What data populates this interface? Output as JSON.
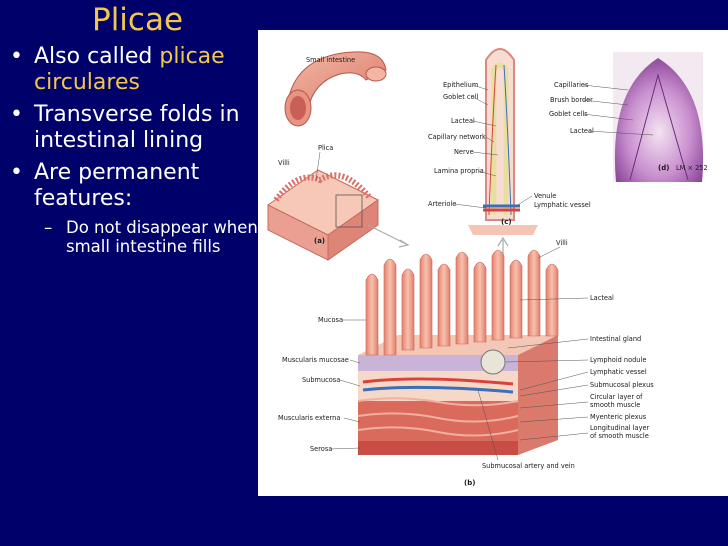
{
  "slide": {
    "title": "Plicae",
    "bullets": [
      {
        "before": "Also called ",
        "highlight": "plicae circulares"
      },
      {
        "text": "Transverse folds in intestinal lining"
      },
      {
        "text": "Are permanent features:"
      }
    ],
    "sub_bullets": [
      {
        "text": "Do not disappear when small intestine fills"
      }
    ]
  },
  "figure": {
    "labels": {
      "small_intestine": "Small intestine",
      "plica": "Plica",
      "villi_a": "Villi",
      "panel_a": "(a)",
      "epithelium": "Epithelium",
      "goblet_cell": "Goblet cell",
      "lacteal_c": "Lacteal",
      "capillary_network": "Capillary network",
      "nerve": "Nerve",
      "lamina_propria": "Lamina propria",
      "arteriole": "Arteriole",
      "panel_c": "(c)",
      "venule": "Venule",
      "lymphatic_vessel_c": "Lymphatic vessel",
      "capillaries": "Capillaries",
      "brush_border": "Brush border",
      "goblet_cells": "Goblet cells",
      "lacteal_d": "Lacteal",
      "panel_d": "(d)",
      "magnification": "LM × 252",
      "villi_b": "Villi",
      "lacteal_b": "Lacteal",
      "mucosa": "Mucosa",
      "intestinal_gland": "Intestinal gland",
      "lymphoid_nodule": "Lymphoid nodule",
      "muscularis_mucosae": "Muscularis mucosae",
      "lymphatic_vessel_b": "Lymphatic vessel",
      "submucosa": "Submucosa",
      "submucosal_plexus": "Submucosal plexus",
      "circular_layer_1": "Circular layer of",
      "circular_layer_2": "smooth muscle",
      "myenteric_plexus": "Myenteric plexus",
      "muscularis_externa": "Muscularis externa",
      "longitudinal_layer_1": "Longitudinal layer",
      "longitudinal_layer_2": "of smooth muscle",
      "serosa": "Serosa",
      "submucosal_artery_vein": "Submucosal artery and vein",
      "panel_b": "(b)"
    }
  }
}
